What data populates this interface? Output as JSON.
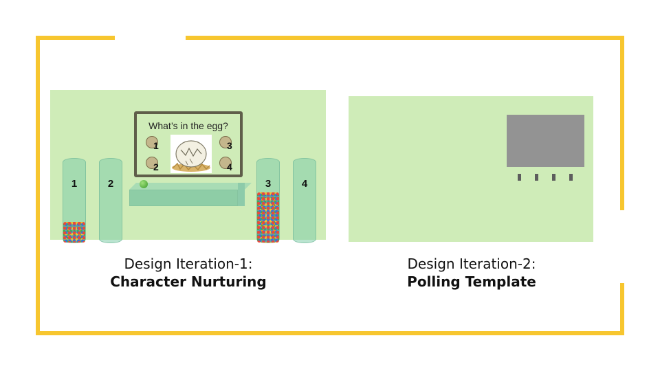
{
  "colors": {
    "frame": "#f7c62f",
    "panel": "#cfecb8",
    "screen": "#939393"
  },
  "iteration1": {
    "caption_line1": "Design Iteration-1:",
    "caption_line2": "Character Nurturing",
    "question": "What’s in the egg?",
    "board_options": [
      "1",
      "2",
      "3",
      "4"
    ],
    "tube_labels": [
      "1",
      "2",
      "3",
      "4"
    ]
  },
  "iteration2": {
    "caption_line1": "Design Iteration-2:",
    "caption_line2": "Polling Template"
  }
}
